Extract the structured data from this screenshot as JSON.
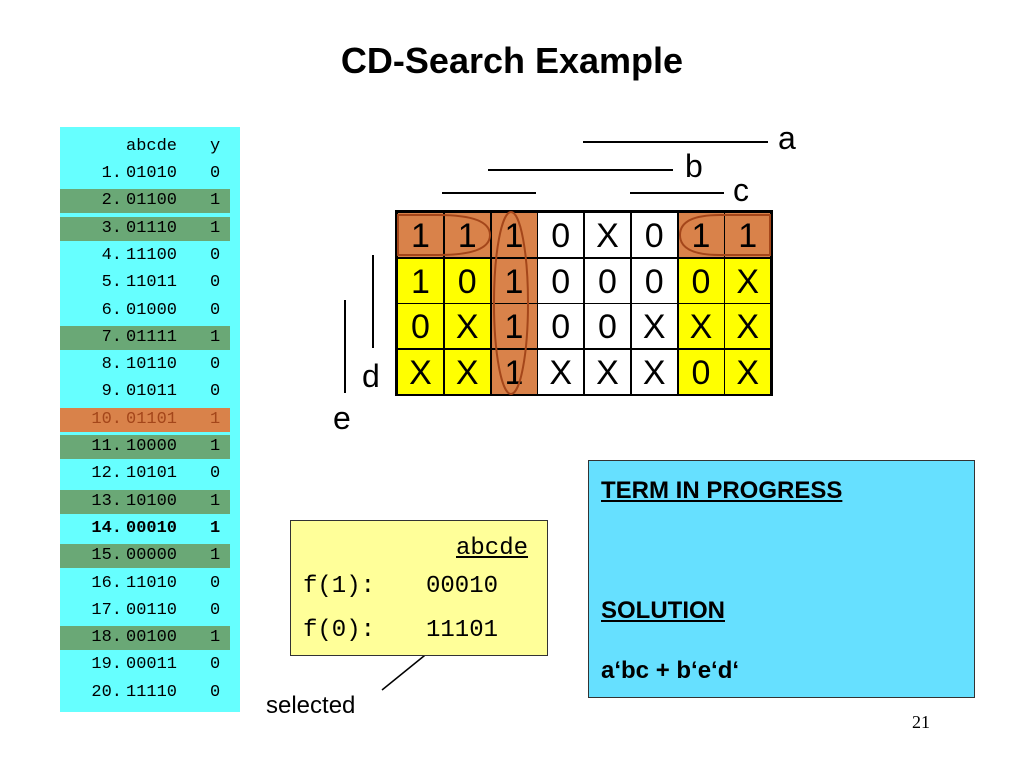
{
  "title": "CD-Search Example",
  "truth_table": {
    "header_bits": "abcde",
    "header_y": "y",
    "rows": [
      {
        "idx": "1.",
        "bits": "01010",
        "y": "0",
        "hl": ""
      },
      {
        "idx": "2.",
        "bits": "01100",
        "y": "1",
        "hl": "green"
      },
      {
        "idx": "3.",
        "bits": "01110",
        "y": "1",
        "hl": "green"
      },
      {
        "idx": "4.",
        "bits": "11100",
        "y": "0",
        "hl": ""
      },
      {
        "idx": "5.",
        "bits": "11011",
        "y": "0",
        "hl": ""
      },
      {
        "idx": "6.",
        "bits": "01000",
        "y": "0",
        "hl": ""
      },
      {
        "idx": "7.",
        "bits": "01111",
        "y": "1",
        "hl": "green"
      },
      {
        "idx": "8.",
        "bits": "10110",
        "y": "0",
        "hl": ""
      },
      {
        "idx": "9.",
        "bits": "01011",
        "y": "0",
        "hl": ""
      },
      {
        "idx": "10.",
        "bits": "01101",
        "y": "1",
        "hl": "orange"
      },
      {
        "idx": "11.",
        "bits": "10000",
        "y": "1",
        "hl": "green"
      },
      {
        "idx": "12.",
        "bits": "10101",
        "y": "0",
        "hl": ""
      },
      {
        "idx": "13.",
        "bits": "10100",
        "y": "1",
        "hl": "green"
      },
      {
        "idx": "14.",
        "bits": "00010",
        "y": "1",
        "hl": "bold"
      },
      {
        "idx": "15.",
        "bits": "00000",
        "y": "1",
        "hl": "green"
      },
      {
        "idx": "16.",
        "bits": "11010",
        "y": "0",
        "hl": ""
      },
      {
        "idx": "17.",
        "bits": "00110",
        "y": "0",
        "hl": ""
      },
      {
        "idx": "18.",
        "bits": "00100",
        "y": "1",
        "hl": "green"
      },
      {
        "idx": "19.",
        "bits": "00011",
        "y": "0",
        "hl": ""
      },
      {
        "idx": "20.",
        "bits": "11110",
        "y": "0",
        "hl": ""
      }
    ]
  },
  "kmap": {
    "var_labels": {
      "a": "a",
      "b": "b",
      "c": "c",
      "d": "d",
      "e": "e"
    },
    "rows": [
      [
        "1",
        "1",
        "1",
        "0",
        "X",
        "0",
        "1",
        "1"
      ],
      [
        "1",
        "0",
        "1",
        "0",
        "0",
        "0",
        "0",
        "X"
      ],
      [
        "0",
        "X",
        "1",
        "0",
        "0",
        "X",
        "X",
        "X"
      ],
      [
        "X",
        "X",
        "1",
        "X",
        "X",
        "X",
        "0",
        "X"
      ]
    ],
    "colors": {
      "orange": "#d9824a",
      "yellow": "#ffff00",
      "white": "#ffffff",
      "circle": "#a4461a"
    }
  },
  "f_box": {
    "header": "abcde",
    "f1_label": "f(1):",
    "f1_value": "00010",
    "f0_label": "f(0):",
    "f0_value": "11101"
  },
  "term_box": {
    "heading": "TERM IN PROGRESS",
    "solution_label": "SOLUTION",
    "solution": "a‘bc + b‘e‘d‘"
  },
  "selected_label": "selected",
  "page_number": "21"
}
